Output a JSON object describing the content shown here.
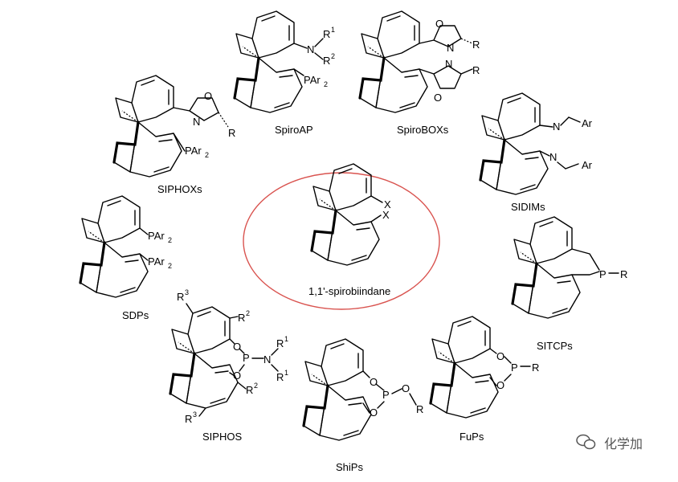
{
  "center": {
    "label": "1,1'-spirobiindane"
  },
  "ligands": [
    {
      "name": "SpiroAP"
    },
    {
      "name": "SpiroBOXs"
    },
    {
      "name": "SIPHOXs"
    },
    {
      "name": "SIDIMs"
    },
    {
      "name": "SDPs"
    },
    {
      "name": "SITCPs"
    },
    {
      "name": "SIPHOS"
    },
    {
      "name": "FuPs"
    },
    {
      "name": "ShiPs"
    }
  ],
  "atoms": {
    "X": "X",
    "N": "N",
    "O": "O",
    "P": "P",
    "R": "R",
    "R1": "R",
    "R2": "R",
    "R3": "R",
    "sup1": "1",
    "sup2": "2",
    "sup3": "3",
    "PAr": "PAr",
    "sub2": "2",
    "Ar": "Ar"
  },
  "watermark": {
    "icon": "wechat-icon",
    "text": "化学加"
  },
  "colors": {
    "ring": "#d9534f",
    "ink": "#000000"
  }
}
